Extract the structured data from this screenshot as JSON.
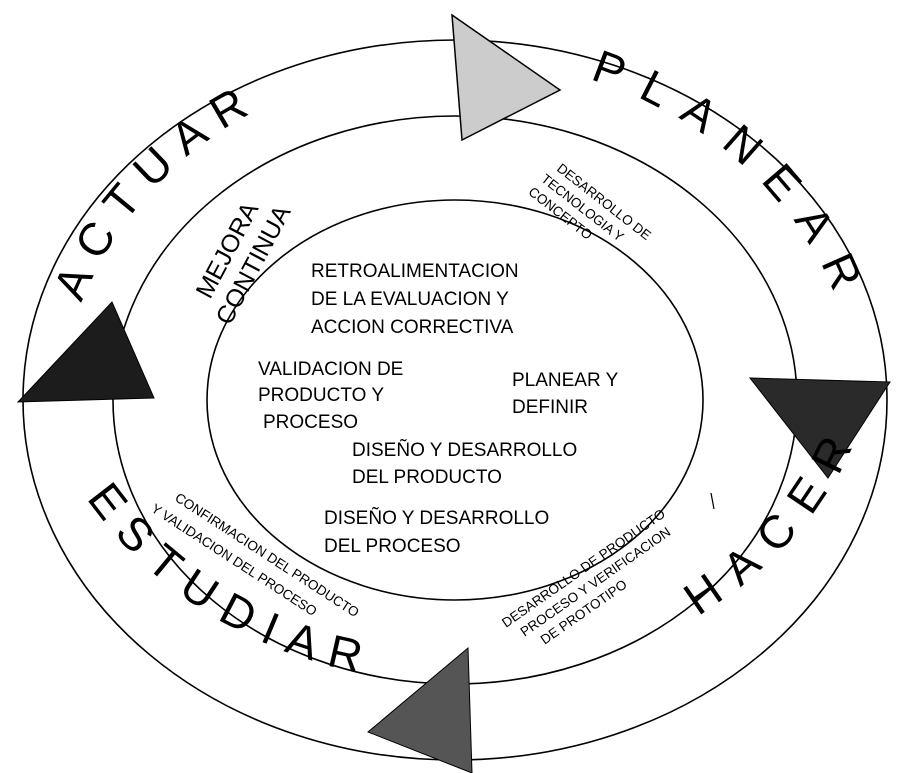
{
  "phases": {
    "planear": "PLANEAR",
    "hacer": "HACER",
    "estudiar": "ESTUDIAR",
    "actuar": "ACTUAR"
  },
  "mejora": {
    "line1": "MEJORA",
    "line2": "CONTINUA"
  },
  "ring_notes": {
    "desarrollo_tecnologia": [
      "DESARROLLO DE",
      "TECNOLOGIA Y",
      "CONCEPTO"
    ],
    "desarrollo_producto": [
      "DESARROLLO DE PRODUCTO",
      "PROCESO Y VERIFICACION",
      "DE PROTOTIPO"
    ],
    "confirmacion": [
      "CONFIRMACION DEL PRODUCTO",
      "Y VALIDACION DEL PROCESO"
    ]
  },
  "inner": {
    "retroalimentacion": [
      "RETROALIMENTACION",
      "DE LA EVALUACION Y",
      "ACCION CORRECTIVA"
    ],
    "validacion": [
      "VALIDACION DE",
      "PRODUCTO Y",
      "PROCESO"
    ],
    "planear_definir": [
      "PLANEAR Y",
      "DEFINIR"
    ],
    "diseno_producto": [
      "DISEÑO Y DESARROLLO",
      "DEL PRODUCTO"
    ],
    "diseno_proceso": [
      "DISEÑO Y DESARROLLO",
      "DEL PROCESO"
    ]
  },
  "colors": {
    "arrow_top": "#cccccc",
    "arrow_right": "#2a2a2a",
    "arrow_bottom": "#555555",
    "arrow_left": "#1c1c1c",
    "line": "#000000"
  }
}
